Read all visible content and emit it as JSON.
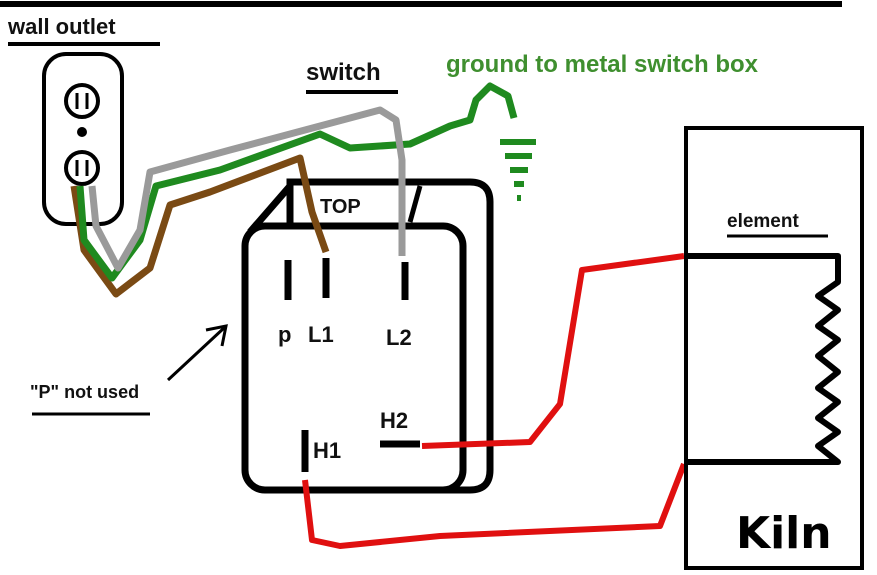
{
  "labels": {
    "wall_outlet": "wall outlet",
    "switch": "switch",
    "ground": "ground to metal switch box",
    "top": "TOP",
    "element": "element",
    "kiln": "Kiln",
    "p_not_used": "\"P\" not used"
  },
  "terminals": {
    "p": "p",
    "l1": "L1",
    "l2": "L2",
    "h1": "H1",
    "h2": "H2"
  },
  "colors": {
    "hot_wire_brown": "#7a4a14",
    "hot_wire_gray": "#9a9a9a",
    "ground_wire": "#1f8a1f",
    "element_wire": "#e01010",
    "outline": "#000000"
  }
}
